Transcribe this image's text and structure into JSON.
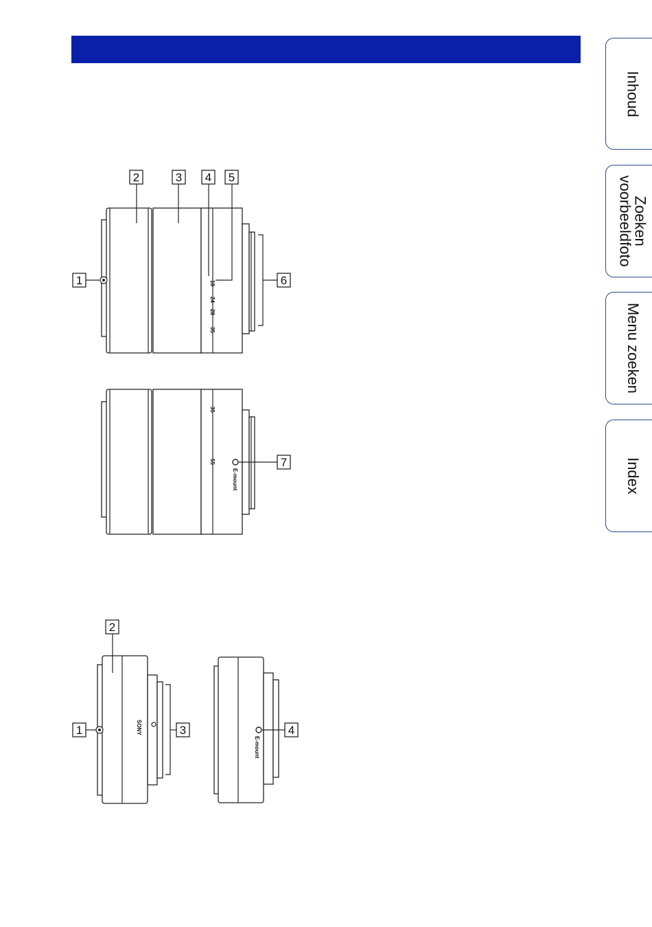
{
  "tabs": {
    "inhoud": "Inhoud",
    "zoeken_voorbeeldfoto": "Zoeken\nvoorbeeldfoto",
    "menu_zoeken": "Menu zoeken",
    "index": "Index"
  },
  "lens1": {
    "callouts": [
      "1",
      "2",
      "3",
      "4",
      "5",
      "6",
      "7"
    ],
    "focal_marks": [
      "18",
      "24",
      "28",
      "35",
      "55"
    ],
    "mount_label": "E-mount"
  },
  "lens2": {
    "callouts": [
      "1",
      "2",
      "3",
      "4"
    ],
    "brand": "SONY",
    "mount_label": "E-mount"
  },
  "colors": {
    "header_bar": "#0a20a8",
    "tab_border": "#2a4c8c"
  }
}
